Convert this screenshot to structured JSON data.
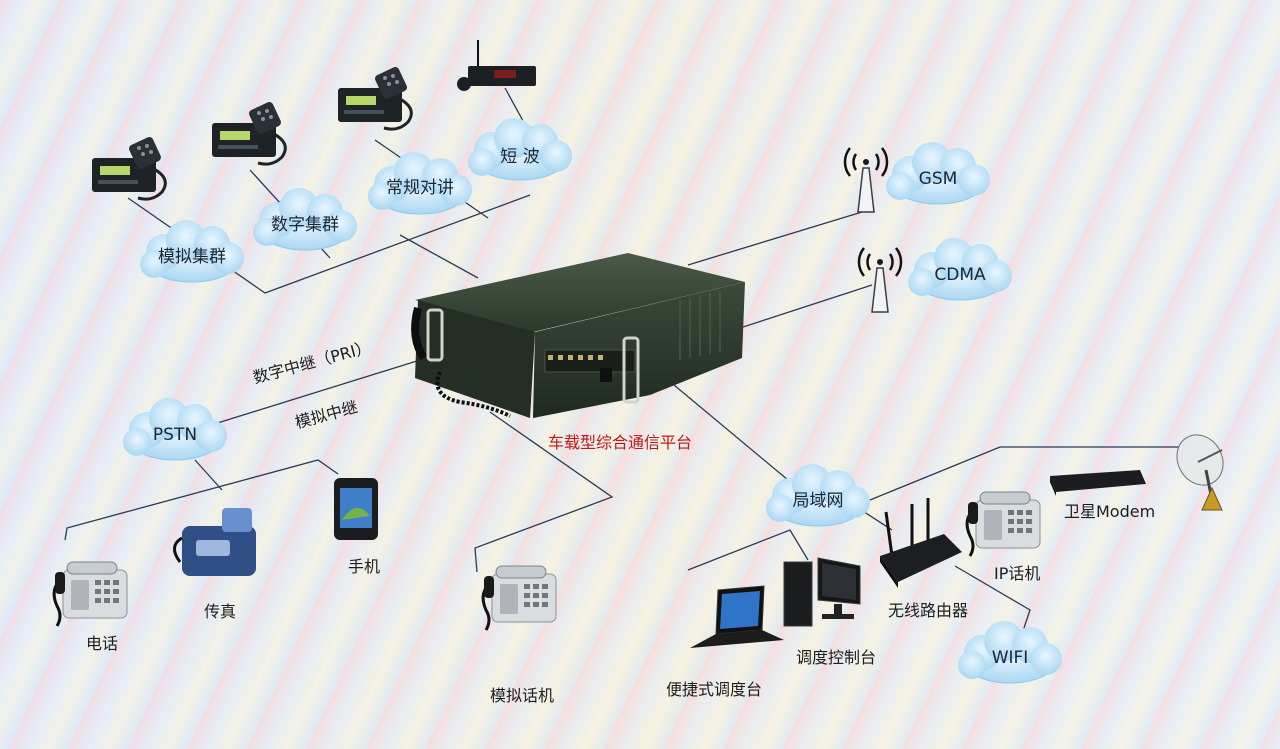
{
  "clouds": {
    "shortwave": "短 波",
    "conventional": "常规对讲",
    "digital_trunk": "数字集群",
    "analog_trunk": "模拟集群",
    "gsm": "GSM",
    "cdma": "CDMA",
    "pstn": "PSTN",
    "lan": "局域网",
    "wifi": "WIFI"
  },
  "labels": {
    "digital_relay": "数字中继（PRI）",
    "analog_relay": "模拟中继",
    "platform": "车载型综合通信平台",
    "telephone": "电话",
    "fax": "传真",
    "mobile": "手机",
    "analog_phone": "模拟话机",
    "laptop": "便捷式调度台",
    "console": "调度控制台",
    "router": "无线路由器",
    "ip_phone": "IP话机",
    "sat_modem": "卫星Modem"
  },
  "colors": {
    "line": "#2a3a55",
    "cloud_fill": "#bfe3f7",
    "cloud_edge": "#7fc0e6",
    "platform_label": "#c01818",
    "device_dark": "#1e2326"
  }
}
